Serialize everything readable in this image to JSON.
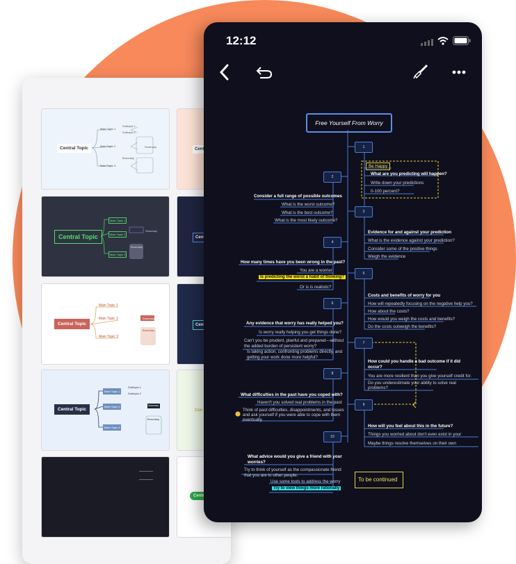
{
  "status_bar": {
    "time": "12:12"
  },
  "toolbar": {
    "back_icon": "chevron-left-icon",
    "undo_icon": "undo-icon",
    "brush_icon": "paint-brush-icon",
    "more_icon": "more-dots-icon"
  },
  "mindmap": {
    "root": "Free Yourself From Worry",
    "nodes": [
      "1",
      "2",
      "3",
      "4",
      "5",
      "6",
      "7",
      "8",
      "9",
      "10"
    ],
    "b1": {
      "items": [
        "Be Happy",
        "What are you predicting will happen?",
        "Write down your predictions",
        "0-100 percent?"
      ]
    },
    "b2": {
      "items": [
        "Consider a full range of possible outcomes",
        "What is the worst outcome?",
        "What is the best outcome?",
        "What is the most likely outcome?"
      ]
    },
    "b3": {
      "items": [
        "Evidence for and against your prediction",
        "What is the evidence against your prediction?",
        "Consider some of the positive things",
        "Weigh the evidence"
      ]
    },
    "b4": {
      "items": [
        "How many times have you been wrong in the past?",
        "You are a worrier",
        "Is predicting the worst a habit of thinking?",
        "Or is is realistic?"
      ]
    },
    "b5": {
      "items": [
        "Costs and benefits of worry for you",
        "How will repeatedly focusing on the negative help you?",
        "How about the costs?",
        "How would you weigh the costs and benefits?",
        "Do the costs outweigh the benefits?"
      ]
    },
    "b6": {
      "items": [
        "Any evidence that worry has really helped you?",
        "Is worry really helping you get things done?",
        "Can't you be prudent, planful and prepared—without",
        "the added burden of persistent worry?",
        "Is taking action, confronting problems directly, and",
        "getting your work done more helpful?"
      ]
    },
    "b7": {
      "items": [
        "How could you handle a bad outcome if it did",
        "occur?",
        "You are more resilient than you give yourself credit for.",
        "Do you underestimate your ability to solve real",
        "problems?"
      ]
    },
    "b8": {
      "items": [
        "What difficulties in the past have you coped with?",
        "Haven't you solved real problems in the past",
        "Think of past difficulties, disappointments, and losses",
        "and ask yourself if you were able to cope with them",
        "eventually."
      ]
    },
    "b9": {
      "items": [
        "How will you feel about this in the future?",
        "Things you worried about don't even exist in your",
        "Maybe things resolve themselves on their own"
      ]
    },
    "b10": {
      "items": [
        "What advice would you give a friend with your",
        "worries?",
        "Try to think of yourself as the compassionate friend",
        "that you are to other people.",
        "Use some tools to address the worry",
        "Try to view things more rationally"
      ]
    },
    "continued": "To be continued"
  },
  "templates": {
    "t1": {
      "central": "Central Topic",
      "main": [
        "Main Topic 1",
        "Main Topic 2",
        "Main Topic 3"
      ],
      "subs": [
        "Subtopic 1",
        "Subtopic 2"
      ],
      "summary": "Summary",
      "boundary": "Boundary"
    },
    "t2": {
      "central": "Central Topic",
      "main": [
        "Main Topic 1",
        "Main Topic 2",
        "Main Topic 3"
      ],
      "summary": "Summary",
      "boundary": "Boundary"
    },
    "t3": {
      "central": "Central Topic",
      "main": [
        "Main Topic 1",
        "Main Topic 2",
        "Main Topic 3"
      ],
      "summary": "Summary",
      "boundary": "Boundary"
    },
    "t4": {
      "central": "Central Topic",
      "main": [
        "Main Topic 1",
        "Main Topic 2",
        "Main Topic 3"
      ],
      "subs": [
        "Subtopic 1",
        "Subtopic 2"
      ],
      "summary": "Summary",
      "boundary": "Boundary"
    },
    "partial": [
      "Centr",
      "Centr",
      "Cent",
      "Cen",
      "Centr"
    ]
  }
}
